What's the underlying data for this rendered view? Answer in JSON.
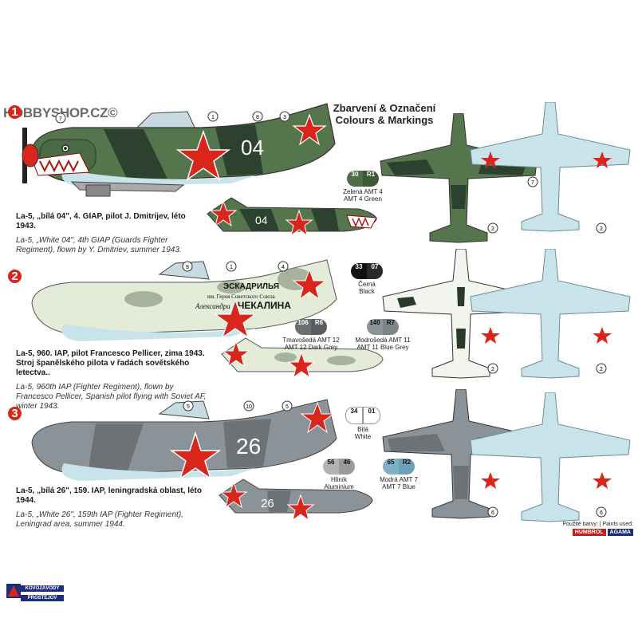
{
  "watermark": "HOBBYSHOP.CZ©",
  "header": {
    "cz": "Zbarvení & Označení",
    "en": "Colours & Markings"
  },
  "schemes": [
    {
      "num": "1",
      "caption_cz_bold": "La-5, „bílá 04\", 4. GIAP, pilot J. Dmitrijev, léto 1943.",
      "caption_en": "La-5, „White 04\", 4th GIAP (Guards Fighter Regiment), flown by Y. Dmitriev, summer 1943.",
      "fuselage_code": "04",
      "callouts": [
        "1",
        "8",
        "3",
        "7"
      ]
    },
    {
      "num": "2",
      "caption_cz_bold": "La-5, 960. IAP, pilot Francesco Pellicer, zima 1943. Stroj španělského pilota v řadách sovětského letectva..",
      "caption_en": "La-5, 960th IAP (Fighter Regiment), flown by Francesco Pellicer, Spanish pilot flying with Soviet AF, winter 1943.",
      "inscription": [
        "ЭСКАДРИЛЬЯ",
        "им. Героя Советского Союза",
        "Александра",
        "ЧЕКАЛИНА"
      ],
      "callouts": [
        "9",
        "1",
        "4"
      ]
    },
    {
      "num": "3",
      "caption_cz_bold": "La-5, „bílá 26\", 159. IAP, leningradská oblast, léto 1944.",
      "caption_en": "La-5, „White 26\", 159th IAP (Fighter Regiment), Leningrad area, summer 1944.",
      "fuselage_code": "26",
      "callouts": [
        "5",
        "10",
        "5"
      ]
    }
  ],
  "colour_chips": [
    {
      "a": "30",
      "b": "R1",
      "cz": "Zelená AMT 4",
      "en": "AMT 4 Green",
      "ca": "#4f6e47",
      "cb": "#3f5a39"
    },
    {
      "a": "33",
      "b": "07",
      "cz": "Černá",
      "en": "Black",
      "ca": "#111111",
      "cb": "#2a2a2a"
    },
    {
      "a": "106",
      "b": "R6",
      "cz": "Tmavošedá AMT 12",
      "en": "AMT 12 Dark Grey",
      "ca": "#6c6f71",
      "cb": "#5a5d60"
    },
    {
      "a": "140",
      "b": "R7",
      "cz": "Modrošedá AMT 11",
      "en": "AMT 11 Blue Grey",
      "ca": "#8b9497",
      "cb": "#7c8589"
    },
    {
      "a": "34",
      "b": "01",
      "cz": "Bílá",
      "en": "White",
      "ca": "#ffffff",
      "cb": "#ffffff"
    },
    {
      "a": "56",
      "b": "46",
      "cz": "Hliník",
      "en": "Aluminium",
      "ca": "#b3b3b3",
      "cb": "#9a9a9a"
    },
    {
      "a": "65",
      "b": "R2",
      "cz": "Modrá AMT 7",
      "en": "AMT 7 Blue",
      "ca": "#7fb1c6",
      "cb": "#6aa0b8"
    }
  ],
  "callout_plan": [
    "7",
    "2",
    "2",
    "2",
    "2",
    "6",
    "6"
  ],
  "paints": {
    "label": "Použité barvy: | Paints used:",
    "brand1": "HUMBROL",
    "brand2": "AGAMA"
  },
  "logo": {
    "line1": "KOVOZÁVODY",
    "line2": "PROSTĚJOV"
  },
  "colors": {
    "red": "#d8261c",
    "green_dark": "#314a33",
    "green": "#5c7d53",
    "light_blue": "#c9e3ea",
    "grey": "#8c9398",
    "white_camo": "#e4ecd8"
  }
}
